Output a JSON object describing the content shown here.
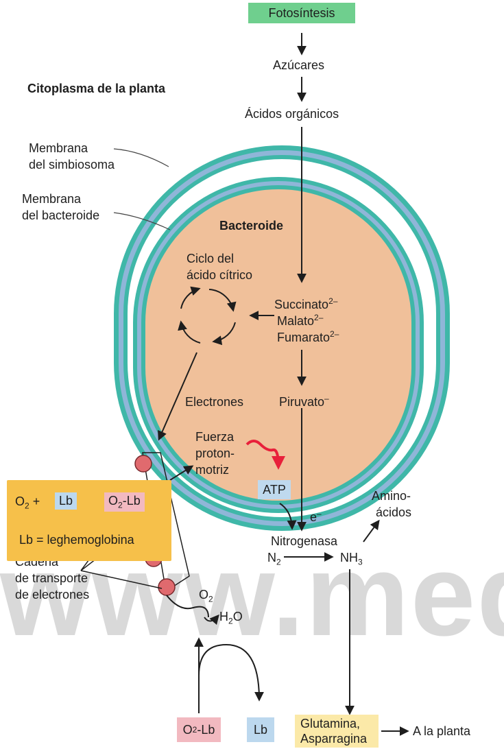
{
  "top": {
    "fotosintesis": "Fotosíntesis",
    "azucares": "Azúcares",
    "acidos_organicos": "Ácidos orgánicos"
  },
  "regions": {
    "citoplasma": "Citoplasma de la planta",
    "membrana_simbiosoma_1": "Membrana",
    "membrana_simbiosoma_2": "del simbiosoma",
    "membrana_bacteroide_1": "Membrana",
    "membrana_bacteroide_2": "del bacteroide",
    "bacteroide": "Bacteroide"
  },
  "cycle": {
    "line1": "Ciclo del",
    "line2": "ácido cítrico"
  },
  "acids": {
    "succinato": "Succinato",
    "succinato_charge": "2–",
    "malato": "Malato",
    "malato_charge": "2–",
    "fumarato": "Fumarato",
    "fumarato_charge": "2–",
    "piruvato": "Piruvato",
    "piruvato_charge": "–"
  },
  "transport": {
    "electrones": "Electrones",
    "fuerza_1": "Fuerza",
    "fuerza_2": "proton-",
    "fuerza_3": "motriz",
    "atp": "ATP",
    "e_minus": "e",
    "e_minus_sup": "–",
    "nitrogenasa": "Nitrogenasa",
    "n2": "N",
    "n2_sub": "2",
    "nh3": "NH",
    "nh3_sub": "3",
    "amino_1": "Amino-",
    "amino_2": "ácidos",
    "cadena_1": "Cadena",
    "cadena_2": "de transporte",
    "cadena_3": "de electrones",
    "o2": "O",
    "o2_sub": "2",
    "h2o_h": "H",
    "h2o_sub": "2",
    "h2o_o": "O"
  },
  "bottom": {
    "o2lb_o": "O",
    "o2lb_sub": "2",
    "o2lb_rest": "-Lb",
    "lb": "Lb",
    "glutamina": "Glutamina,",
    "asparragina": "Asparragina",
    "a_la_planta": "A la planta"
  },
  "legend": {
    "o": "O",
    "o_sub": "2",
    "plus": "+",
    "lb": "Lb",
    "o2lb_o": "O",
    "o2lb_sub": "2",
    "o2lb_rest": "-Lb",
    "definition": "Lb = leghemoglobina"
  },
  "watermark": "www.medil",
  "colors": {
    "fotosintesis_box": "#6fcf8e",
    "membrane_outer_teal": "#3fb7a8",
    "membrane_blue": "#8fb6d8",
    "bacteroide_fill": "#f0c09a",
    "etc_circles": "#e06a6e",
    "red_arrow": "#e8203a",
    "atp_box": "#bfd9ee",
    "legend_box": "#f6c04a",
    "o2lb_box": "#f2b9c0",
    "lb_box": "#bcd8ee",
    "glutamina_box": "#fbe9a8"
  }
}
